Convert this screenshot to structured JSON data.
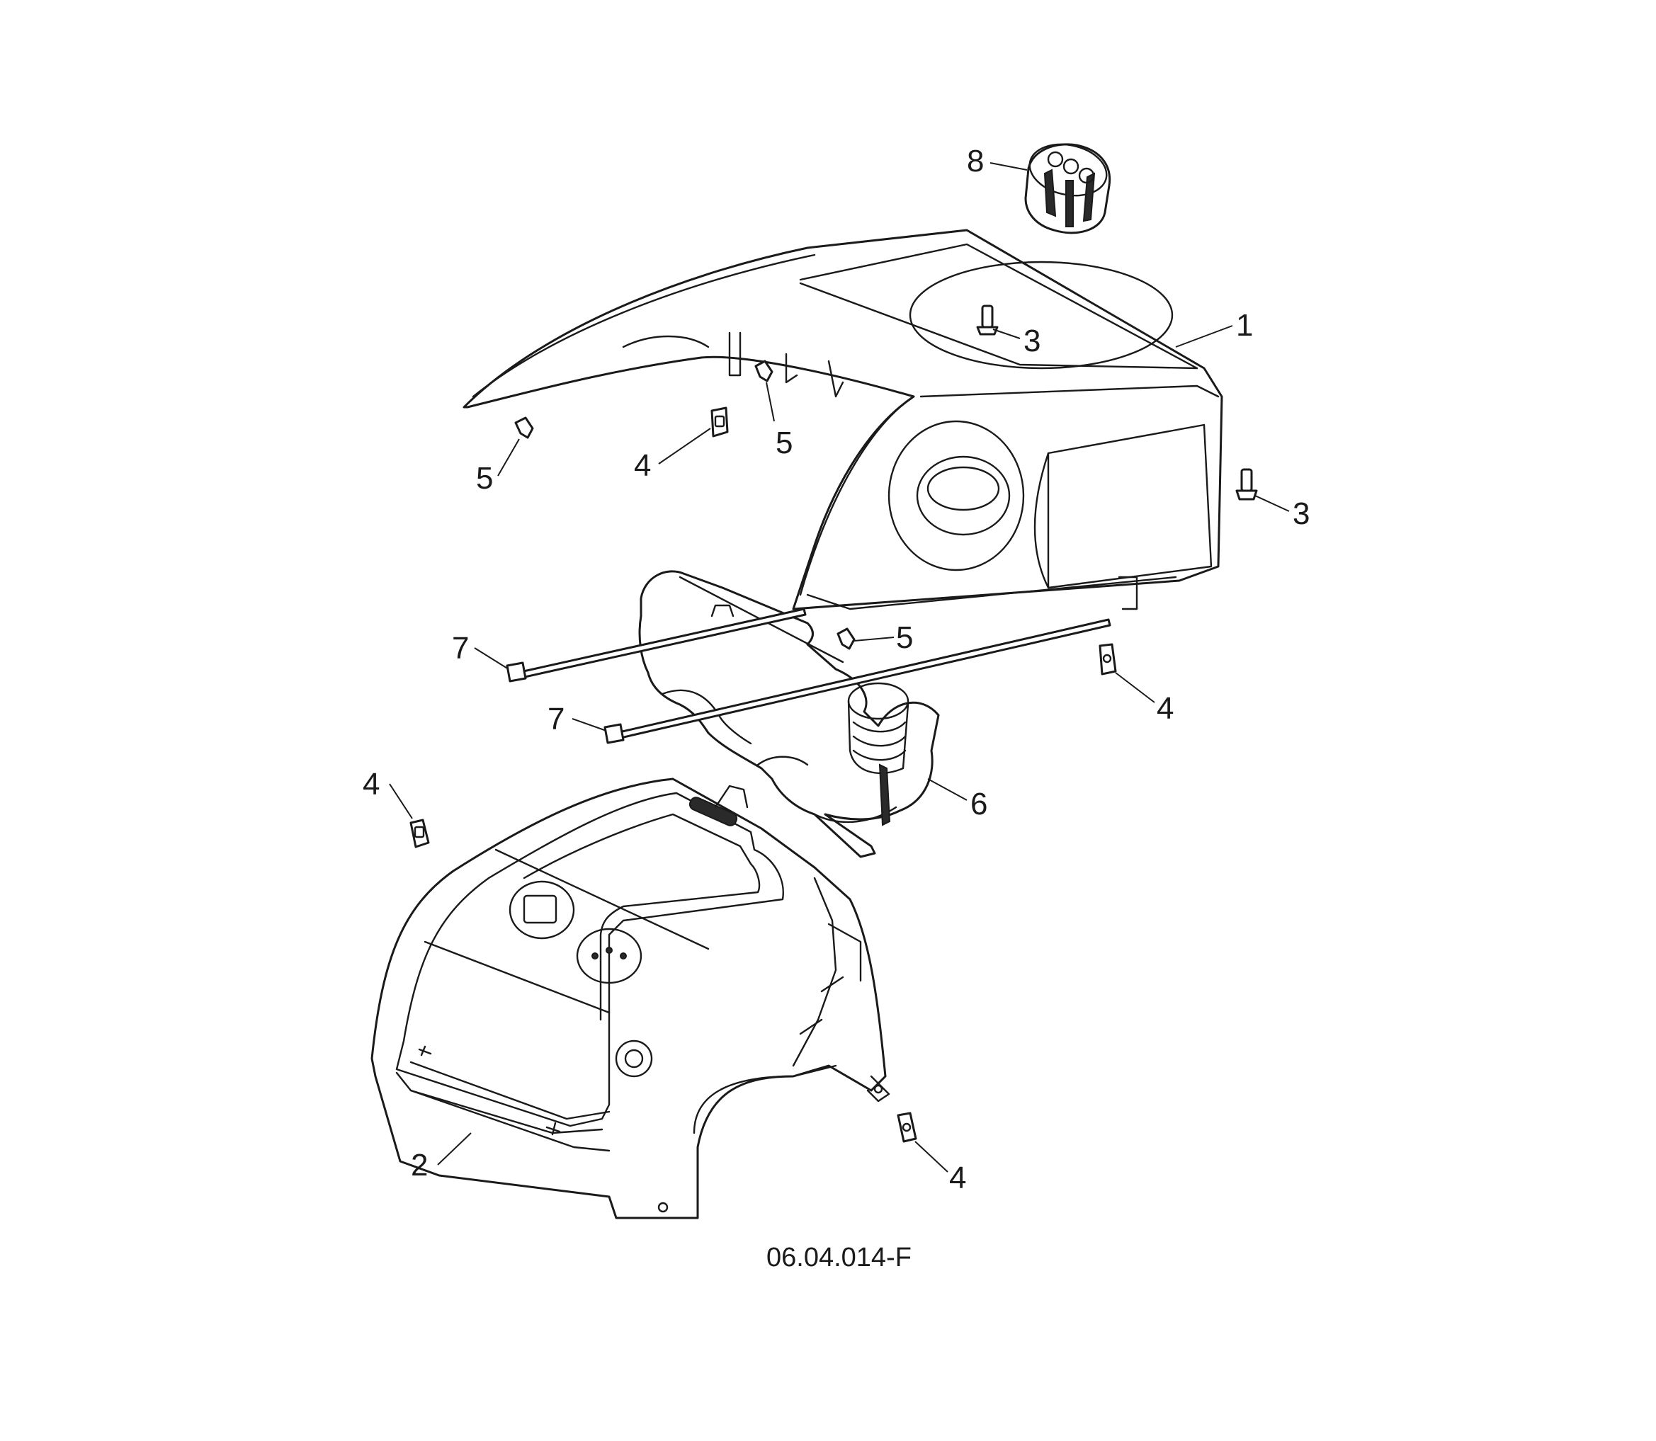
{
  "figure_code": "06.04.014-F",
  "callouts": [
    {
      "id": "c1",
      "label": "1"
    },
    {
      "id": "c2",
      "label": "2"
    },
    {
      "id": "c3a",
      "label": "3"
    },
    {
      "id": "c3b",
      "label": "3"
    },
    {
      "id": "c4a",
      "label": "4"
    },
    {
      "id": "c4b",
      "label": "4"
    },
    {
      "id": "c4c",
      "label": "4"
    },
    {
      "id": "c4d",
      "label": "4"
    },
    {
      "id": "c5a",
      "label": "5"
    },
    {
      "id": "c5b",
      "label": "5"
    },
    {
      "id": "c5c",
      "label": "5"
    },
    {
      "id": "c6",
      "label": "6"
    },
    {
      "id": "c7a",
      "label": "7"
    },
    {
      "id": "c7b",
      "label": "7"
    },
    {
      "id": "c8",
      "label": "8"
    }
  ],
  "colors": {
    "line": "#1a1a1a",
    "background": "#ffffff"
  }
}
